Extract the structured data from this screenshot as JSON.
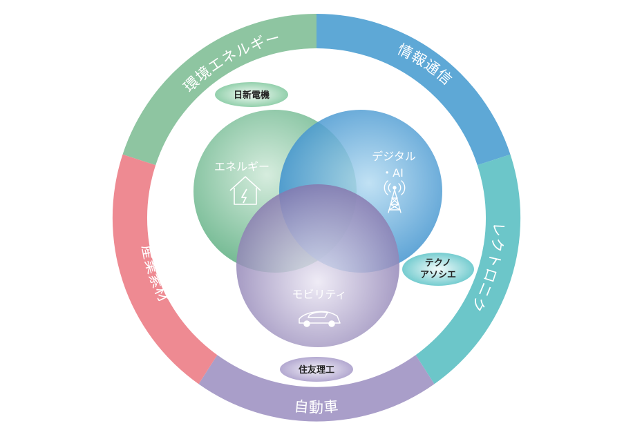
{
  "ring": {
    "segments": [
      {
        "id": "environment-energy",
        "label": "環境エネルギー",
        "color": "#8ec5a1"
      },
      {
        "id": "info-comm",
        "label": "情報通信",
        "color": "#5ea8d6"
      },
      {
        "id": "electronics",
        "label": "エレクトロニクス",
        "color": "#6cc6c9"
      },
      {
        "id": "automotive",
        "label": "自動車",
        "color": "#a99ec9"
      },
      {
        "id": "industrial-materials",
        "label": "産業素材",
        "color": "#ee8a92"
      }
    ]
  },
  "circles": {
    "energy": {
      "label": "エネルギー",
      "icon": "house-bolt-icon",
      "color": "#6bbd8b"
    },
    "digital": {
      "line1": "デジタル",
      "line2": "・AI",
      "icon": "antenna-tower-icon",
      "color": "#3d9ad8"
    },
    "mobility": {
      "label": "モビリティ",
      "icon": "car-icon",
      "color": "#8e7fb6"
    }
  },
  "badges": {
    "nissin": {
      "label": "日新電機",
      "color": "#9fd3b6"
    },
    "techno": {
      "line1": "テクノ",
      "line2": "アソシエ",
      "color": "#79cfd3"
    },
    "sumitomo": {
      "label": "住友理工",
      "color": "#b9afd6"
    }
  }
}
